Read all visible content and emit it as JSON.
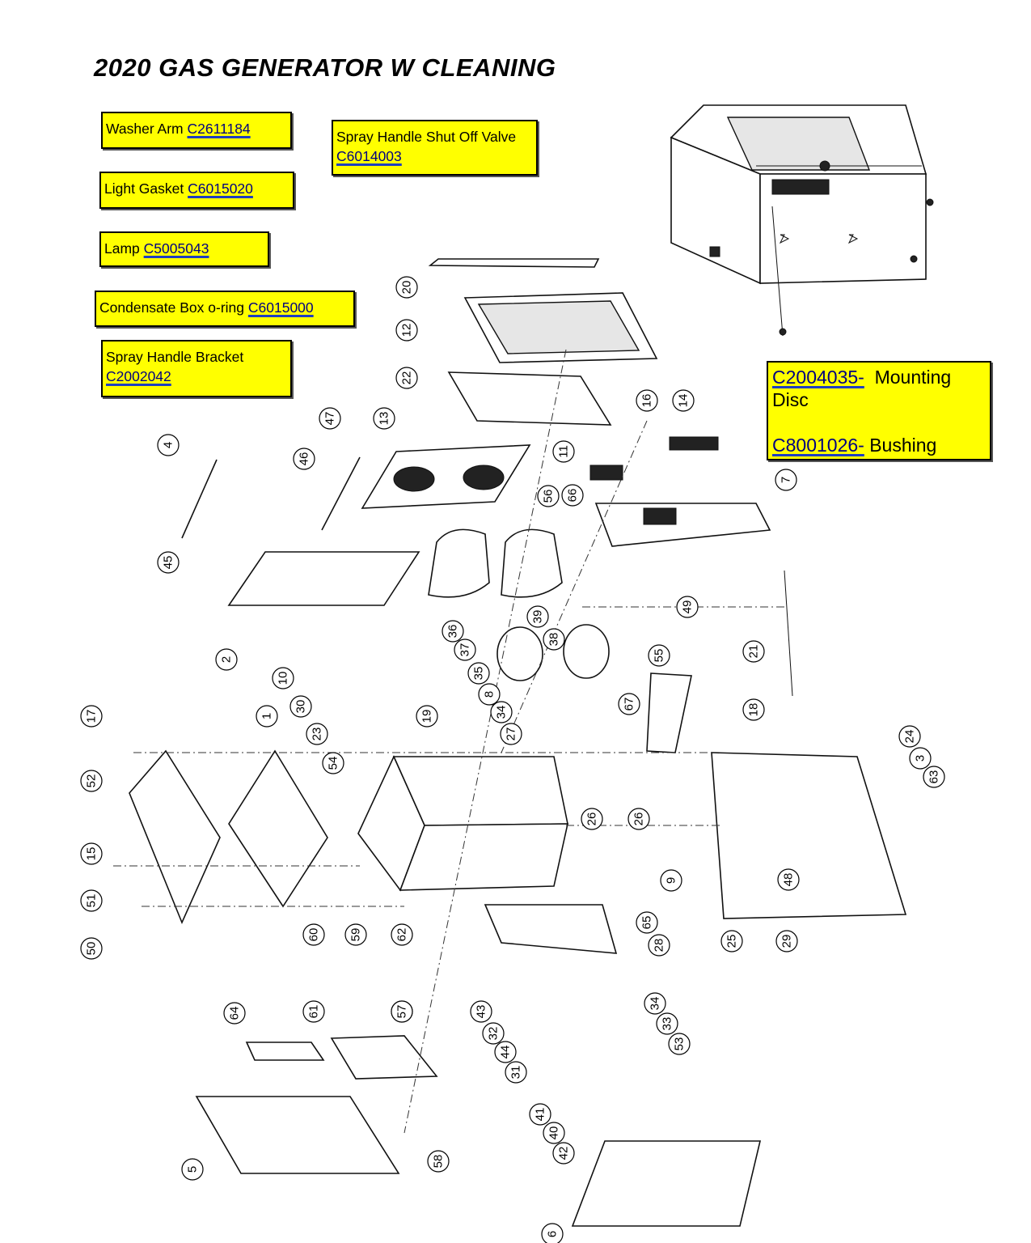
{
  "title": "2020 GAS GENERATOR W CLEANING",
  "callouts": {
    "washer_arm": {
      "label": "Washer Arm",
      "part": "C2611184"
    },
    "spray_valve": {
      "label": "Spray Handle Shut Off Valve",
      "part": "C6014003"
    },
    "light_gasket": {
      "label": "Light Gasket",
      "part": "C6015020"
    },
    "lamp": {
      "label": "Lamp",
      "part": "C5005043"
    },
    "oring": {
      "label": "Condensate Box o-ring",
      "part": "C6015000"
    },
    "spray_bracket": {
      "label": "Spray Handle Bracket",
      "part": "C2002042"
    },
    "mounting_disc": {
      "part": "C2004035-",
      "label": "Mounting Disc"
    },
    "bushing": {
      "part": "C8001026-",
      "label": "Bushing"
    }
  },
  "callout_numbers": [
    "1",
    "2",
    "3",
    "4",
    "5",
    "6",
    "7",
    "8",
    "9",
    "10",
    "11",
    "12",
    "13",
    "14",
    "15",
    "16",
    "17",
    "18",
    "19",
    "20",
    "21",
    "22",
    "23",
    "24",
    "25",
    "26",
    "26",
    "27",
    "28",
    "29",
    "30",
    "31",
    "32",
    "33",
    "34",
    "34",
    "35",
    "36",
    "37",
    "38",
    "39",
    "40",
    "41",
    "42",
    "43",
    "44",
    "45",
    "46",
    "47",
    "48",
    "49",
    "50",
    "51",
    "52",
    "53",
    "54",
    "55",
    "56",
    "57",
    "57",
    "58",
    "59",
    "60",
    "61",
    "62",
    "63",
    "64",
    "65",
    "66",
    "67"
  ]
}
